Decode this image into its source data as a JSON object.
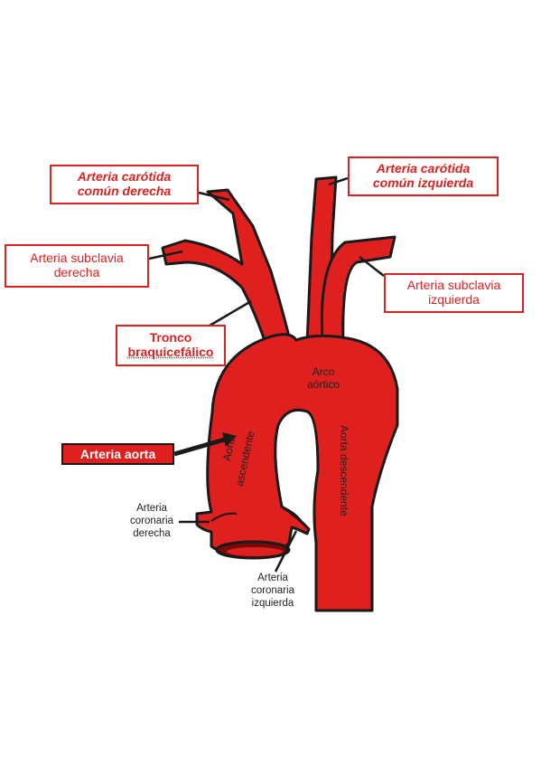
{
  "diagram": {
    "vessel_color": "#e0201e",
    "outline_color": "#1a1a1a",
    "labels": {
      "carotida_derecha": {
        "line1": "Arteria carótida",
        "line2": "común derecha"
      },
      "carotida_izquierda": {
        "line1": "Arteria carótida",
        "line2": "común izquierda"
      },
      "subclavia_derecha": {
        "line1": "Arteria subclavia",
        "line2": "derecha"
      },
      "subclavia_izquierda": {
        "line1": "Arteria subclavia",
        "line2": "izquierda"
      },
      "tronco": {
        "line1": "Tronco",
        "line2": "braquicefálico"
      },
      "aorta": "Arteria aorta",
      "arco": {
        "line1": "Arco",
        "line2": "aórtico"
      },
      "ascendente": {
        "line1": "Aorta",
        "line2": "ascendente"
      },
      "descendente": "Aorta descendente",
      "coronaria_derecha": {
        "line1": "Arteria",
        "line2": "coronaria",
        "line3": "derecha"
      },
      "coronaria_izquierda": {
        "line1": "Arteria",
        "line2": "coronaria",
        "line3": "izquierda"
      }
    }
  }
}
